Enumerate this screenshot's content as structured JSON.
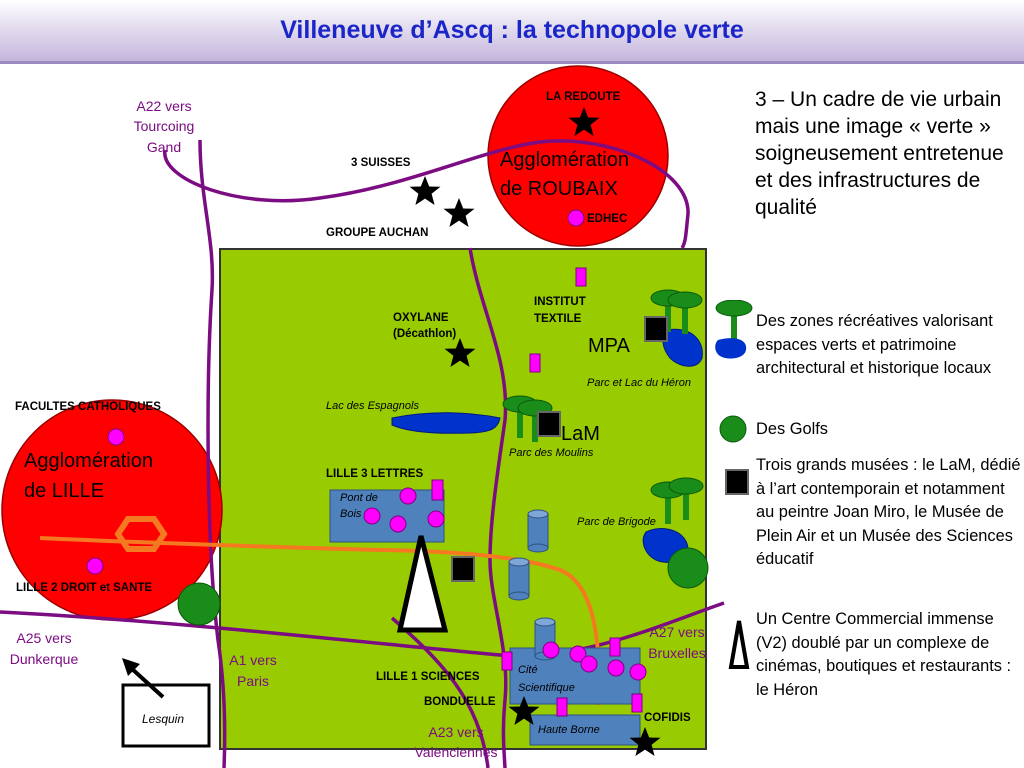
{
  "title": "Villeneuve d’Ascq : la technopole verte",
  "map": {
    "roads": {
      "a22": [
        "A22 vers",
        "Tourcoing",
        "Gand"
      ],
      "a25": [
        "A25 vers",
        "Dunkerque"
      ],
      "a1": [
        "A1 vers",
        "Paris"
      ],
      "a23": [
        "A23 vers",
        "Valenciennes"
      ],
      "a27": [
        "A27 vers",
        "Bruxelles"
      ],
      "lesquin": "Lesquin"
    },
    "cities": {
      "roubaix": [
        "Agglomération",
        "de ROUBAIX"
      ],
      "lille": [
        "Agglomération",
        "de LILLE"
      ]
    },
    "places": {
      "la_redoute": "LA REDOUTE",
      "trois_suisses": "3 SUISSES",
      "groupe_auchan": "GROUPE AUCHAN",
      "edhec": "EDHEC",
      "oxylane": [
        "OXYLANE",
        "(Décathlon)"
      ],
      "institut_textile": [
        "INSTITUT",
        "TEXTILE"
      ],
      "mpa": "MPA",
      "parc_heron": "Parc et Lac du Héron",
      "lac_espagnols": "Lac des Espagnols",
      "lam": "LaM",
      "parc_moulins": "Parc des Moulins",
      "facultes": "FACULTES CATHOLIQUES",
      "lille3": "LILLE 3 LETTRES",
      "pont_de_bois": [
        "Pont de",
        "Bois"
      ],
      "parc_brigode": "Parc de Brigode",
      "lille2": "LILLE 2 DROIT et SANTE",
      "lille1": "LILLE 1 SCIENCES",
      "cite_scientifique": [
        "Cité",
        "Scientifique"
      ],
      "bonduelle": "BONDUELLE",
      "cofidis": "COFIDIS",
      "haute_borne": "Haute Borne"
    }
  },
  "legend": {
    "heading": "3 – Un cadre de vie urbain mais une image « verte » soigneusement entretenue  et des infrastructures de qualité",
    "items": [
      {
        "icon": "tree-lake-icon",
        "text": "Des zones récréatives valorisant espaces verts et patrimoine architectural et historique locaux"
      },
      {
        "icon": "golf-icon",
        "text": "Des Golfs"
      },
      {
        "icon": "museum-icon",
        "text": "Trois grands musées : le LaM, dédié à l’art contemporain et notamment au peintre Joan Miro, le Musée de Plein Air et un Musée des Sciences éducatif"
      },
      {
        "icon": "shopping-center-icon",
        "text": "Un Centre Commercial immense (V2) doublé par un complexe de cinémas, boutiques et restaurants : le Héron"
      }
    ]
  },
  "colors": {
    "title_text": "#1a26c8",
    "city_green": "#99cc00",
    "agglomeration_red": "#ff0000",
    "road_purple": "#7b0c82",
    "tramway_orange": "#f47920",
    "campus_blue": "#4f81bd",
    "university_magenta": "#ff00ff",
    "golf_green": "#1a8c1a",
    "lake_blue": "#0033cc"
  }
}
